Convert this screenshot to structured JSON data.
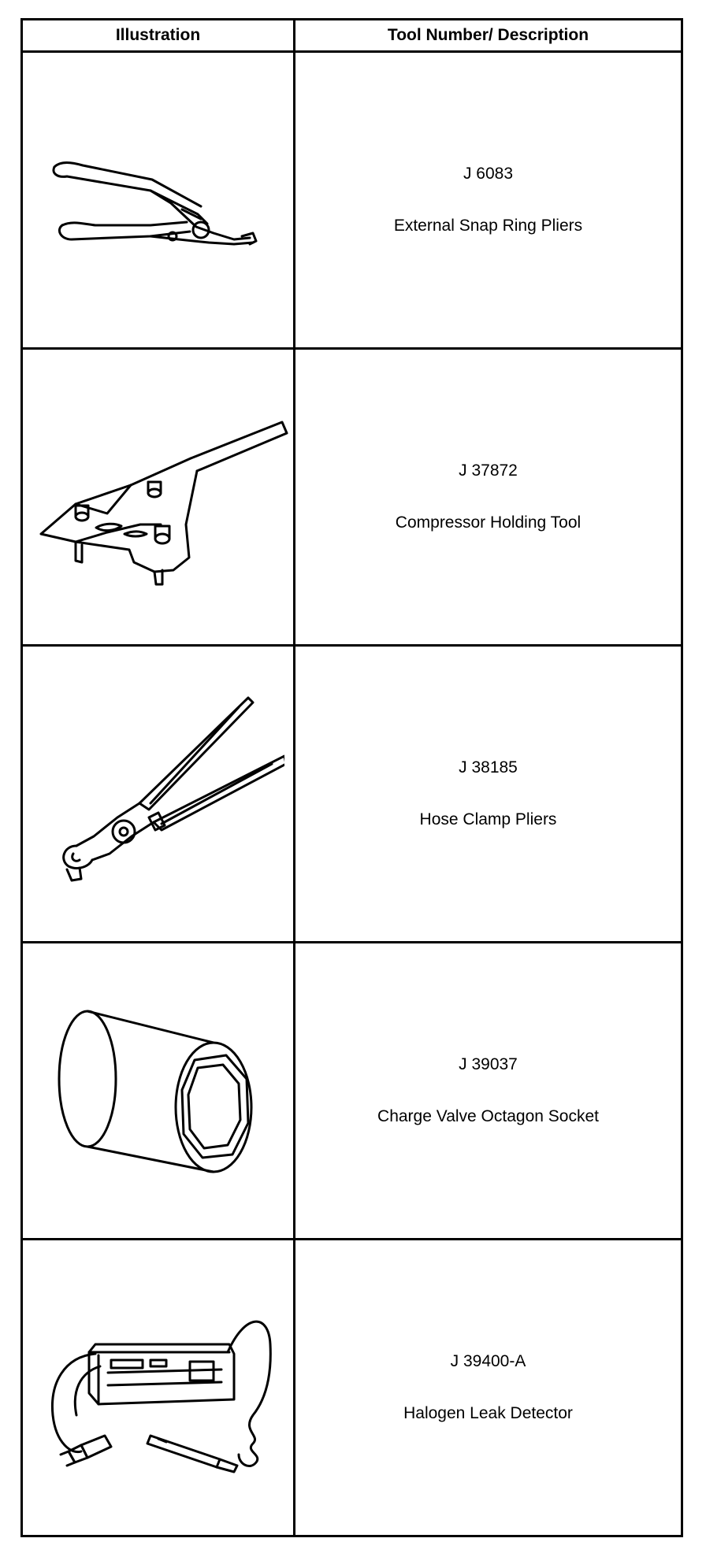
{
  "table": {
    "header_illustration": "Illustration",
    "header_description": "Tool Number/ Description"
  },
  "tools": [
    {
      "number": "J 6083",
      "description": "External Snap Ring Pliers",
      "icon": "snap-ring-pliers-icon"
    },
    {
      "number": "J 37872",
      "description": "Compressor Holding Tool",
      "icon": "compressor-holding-tool-icon"
    },
    {
      "number": "J 38185",
      "description": "Hose Clamp Pliers",
      "icon": "hose-clamp-pliers-icon"
    },
    {
      "number": "J 39037",
      "description": "Charge Valve Octagon Socket",
      "icon": "octagon-socket-icon"
    },
    {
      "number": "J 39400-A",
      "description": "Halogen Leak Detector",
      "icon": "halogen-leak-detector-icon"
    }
  ]
}
